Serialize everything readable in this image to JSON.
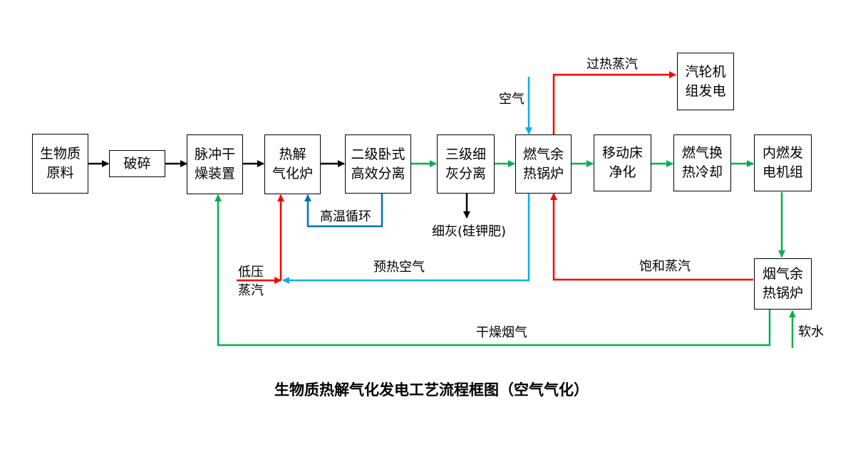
{
  "nodes": {
    "raw_material": "生物质\n原料",
    "crushing": "破碎",
    "pulse_dryer": "脉冲干\n燥装置",
    "pyrolysis_gasifier": "热解\n气化炉",
    "secondary_separation": "二级卧式\n高效分离",
    "tertiary_fine_ash": "三级细\n灰分离",
    "gas_waste_boiler": "燃气余\n热锅炉",
    "moving_bed": "移动床\n净化",
    "gas_heat_exchange": "燃气换\n热冷却",
    "ice_generator": "内燃发\n电机组",
    "turbine_generator": "汽轮机\n组发电",
    "flue_waste_boiler": "烟气余\n热锅炉"
  },
  "labels": {
    "superheated_steam": "过热蒸汽",
    "air": "空气",
    "high_temp_circulation": "高温循环",
    "fine_ash": "细灰(硅钾肥)",
    "low_pressure_steam": "低压\n蒸汽",
    "preheated_air": "预热空气",
    "saturated_steam": "饱和蒸汽",
    "dry_flue_gas": "干燥烟气",
    "soft_water": "软水"
  },
  "caption": "生物质热解气化发电工艺流程框图（空气气化）",
  "colors": {
    "black": "#000000",
    "green": "#00b050",
    "red": "#ff0000",
    "blue_air": "#00b0f0",
    "blue_circ": "#0070c0"
  }
}
